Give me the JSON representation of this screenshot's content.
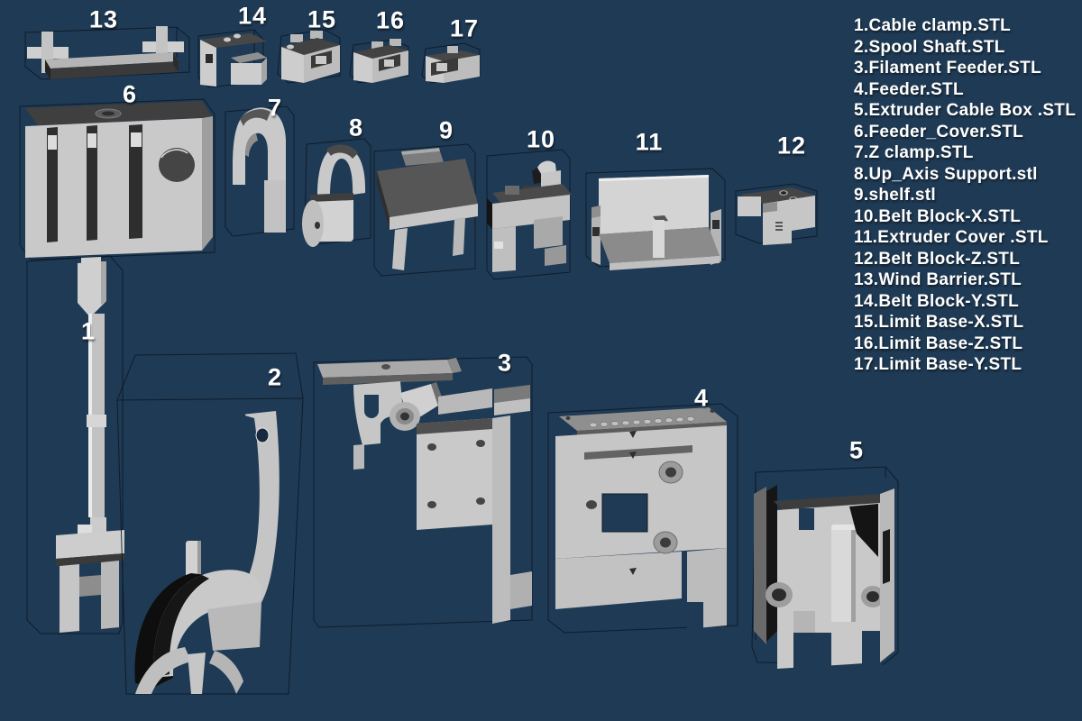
{
  "colors": {
    "background": "#1f3a54",
    "model_light": "#c9c9c9",
    "model_mid": "#a5a5a5",
    "model_dark": "#4a4a4a",
    "label_color": "#ffffff"
  },
  "parts": [
    {
      "number": "1",
      "file": "1.Cable clamp.STL"
    },
    {
      "number": "2",
      "file": "2.Spool Shaft.STL"
    },
    {
      "number": "3",
      "file": "3.Filament Feeder.STL"
    },
    {
      "number": "4",
      "file": "4.Feeder.STL"
    },
    {
      "number": "5",
      "file": "5.Extruder Cable Box .STL"
    },
    {
      "number": "6",
      "file": "6.Feeder_Cover.STL"
    },
    {
      "number": "7",
      "file": "7.Z clamp.STL"
    },
    {
      "number": "8",
      "file": "8.Up_Axis Support.stl"
    },
    {
      "number": "9",
      "file": "9.shelf.stl"
    },
    {
      "number": "10",
      "file": "10.Belt Block-X.STL"
    },
    {
      "number": "11",
      "file": "11.Extruder Cover .STL"
    },
    {
      "number": "12",
      "file": "12.Belt Block-Z.STL"
    },
    {
      "number": "13",
      "file": "13.Wind Barrier.STL"
    },
    {
      "number": "14",
      "file": "14.Belt Block-Y.STL"
    },
    {
      "number": "15",
      "file": "15.Limit Base-X.STL"
    },
    {
      "number": "16",
      "file": "16.Limit Base-Z.STL"
    },
    {
      "number": "17",
      "file": "17.Limit Base-Y.STL"
    }
  ]
}
